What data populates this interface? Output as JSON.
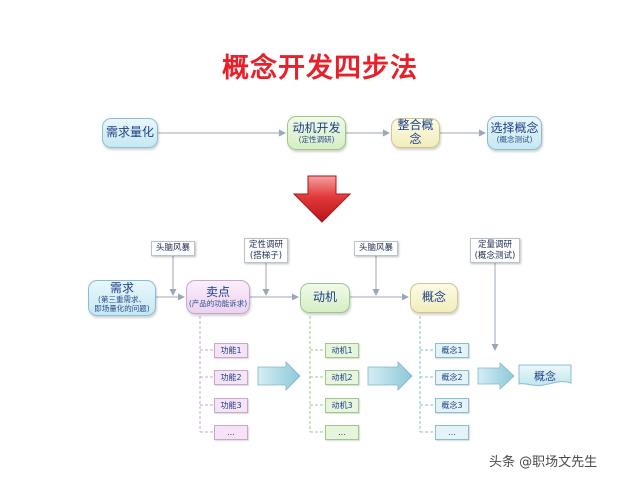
{
  "title": "概念开发四步法",
  "top_flow": {
    "demand_quant": "需求量化",
    "motive_dev": "动机开发",
    "motive_dev_sub": "(定性调研)",
    "integrate": "整合概念",
    "select": "选择概念",
    "select_sub": "(概念测试)"
  },
  "notes": {
    "brainstorm1": "头脑风暴",
    "qualitative": [
      "定性调研",
      "(搭梯子)"
    ],
    "brainstorm2": "头脑风暴",
    "quantitative": [
      "定量调研",
      "(概念测试)"
    ]
  },
  "detail_flow": {
    "demand": "需求",
    "demand_sub": [
      "(第三重需求、",
      "即场量化的问题)"
    ],
    "selling_point": "卖点",
    "selling_point_sub": "(产品的功能诉求)",
    "motive": "动机",
    "concept": "概念",
    "final_concept": "概念"
  },
  "lists": {
    "functions": [
      "功能1",
      "功能2",
      "功能3",
      "..."
    ],
    "motives": [
      "动机1",
      "动机2",
      "动机3",
      "..."
    ],
    "concepts": [
      "概念1",
      "概念2",
      "概念3",
      "..."
    ]
  },
  "watermark": "头条 @职场文先生",
  "colors": {
    "title": "#e8202a",
    "big_arrow": "#d8282c",
    "connector": "#9aa7b5",
    "flow_arrow": "#9fd0de"
  }
}
